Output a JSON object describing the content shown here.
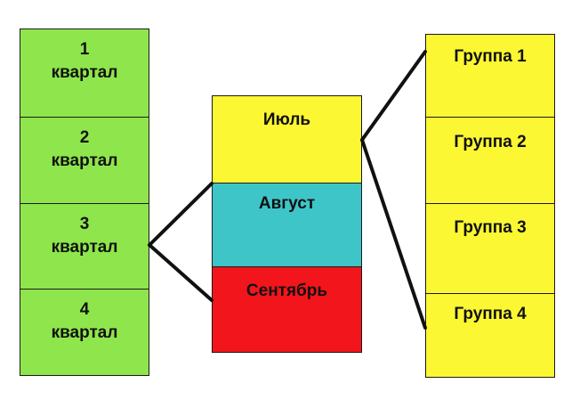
{
  "quarters": [
    {
      "label": "1\nквартал"
    },
    {
      "label": "2\nквартал"
    },
    {
      "label": "3\nквартал"
    },
    {
      "label": "4\nквартал"
    }
  ],
  "months": [
    {
      "label": "Июль",
      "color": "#fcf733"
    },
    {
      "label": "Август",
      "color": "#3ec5c8"
    },
    {
      "label": "Сентябрь",
      "color": "#f2151b"
    }
  ],
  "groups": [
    {
      "label": "Группа 1"
    },
    {
      "label": "Группа 2"
    },
    {
      "label": "Группа 3"
    },
    {
      "label": "Группа 4"
    }
  ],
  "colors": {
    "quarter_fill": "#8ee64c",
    "group_fill": "#fcf733",
    "line": "#111111"
  }
}
